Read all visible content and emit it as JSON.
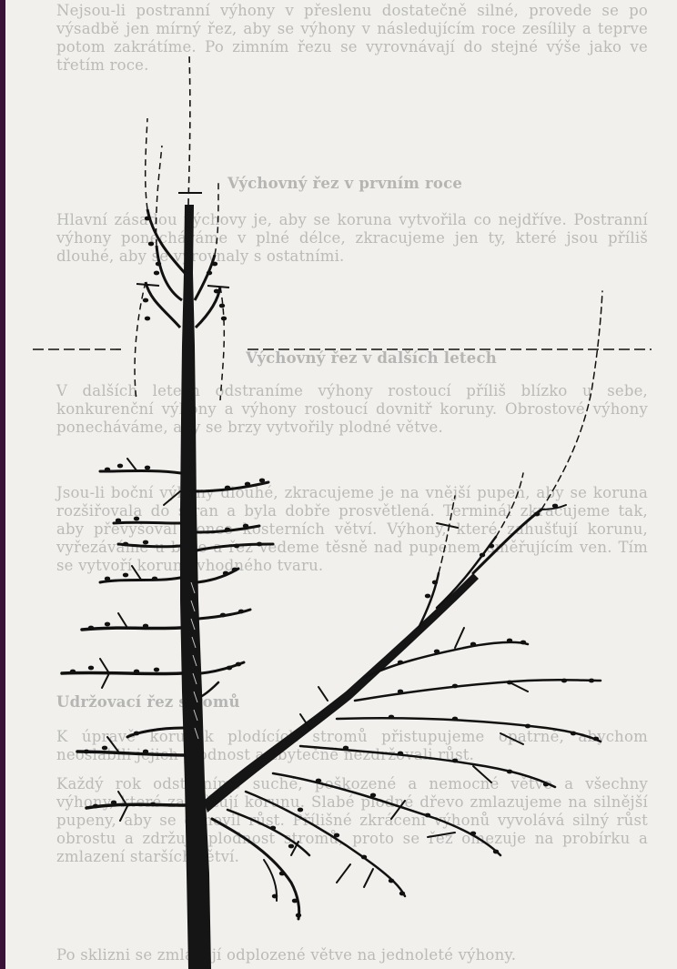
{
  "page": {
    "paragraphs": [
      {
        "id": "p1",
        "text": "Nejsou-li postranní výhony v přeslenu dostatečně silné, provede se po výsadbě jen mírný řez, aby se výhony v následujícím roce zesílily a teprve potom zakrátíme. Po zimním řezu se vyrovnávají do stejné výše jako ve třetím roce."
      },
      {
        "id": "p2",
        "text": "Výchovný řez v prvním roce",
        "head": true
      },
      {
        "id": "p3",
        "text": "Hlavní zásadou výchovy je, aby se koruna vytvořila co nejdříve. Postranní výhony ponecháváme v plné délce, zkracujeme jen ty, které jsou příliš dlouhé, aby se vyrovnaly s ostatními."
      },
      {
        "id": "p4",
        "text": "Výchovný řez v dalších letech",
        "head": true
      },
      {
        "id": "p5",
        "text": "V dalších letech odstraníme výhony rostoucí příliš blízko u sebe, konkurenční výhony a výhony rostoucí dovnitř koruny. Obrostové výhony ponecháváme, aby se brzy vytvořily plodné větve."
      },
      {
        "id": "p6",
        "text": "Jsou-li boční výhony dlouhé, zkracujeme je na vnější pupen, aby se koruna rozšiřovala do stran a byla dobře prosvětlená. Terminál zkracujeme tak, aby převyšoval konce kosterních větví. Výhony, které zahušťují korunu, vyřezáváme u báze a řez vedeme těsně nad pupenem směřujícím ven. Tím se vytvoří koruna vhodného tvaru."
      },
      {
        "id": "p7",
        "text": "Udržovací řez stromů",
        "head": true
      },
      {
        "id": "p8",
        "text": "K úpravě korunek plodících stromů přistupujeme opatrně, abychom neoslabili jejich plodnost a zbytečně nezdržovali růst."
      },
      {
        "id": "p9",
        "text": "Každý rok odstraníme suché, poškozené a nemocné větve a všechny výhony, které zahušťují korunu. Slabé plodné dřevo zmlazujeme na silnější pupeny, aby se obnovil růst. Přílišné zkrácení výhonů vyvolává silný růst obrostu a zdržuje plodnost stromů, proto se řez omezuje na probírku a zmlazení starších větví."
      },
      {
        "id": "p10",
        "text": "Po sklizni se zmlazují odplozené větve na jednoleté výhony."
      }
    ]
  },
  "figure": {
    "name": "fruit-tree-pruning-illustration"
  }
}
